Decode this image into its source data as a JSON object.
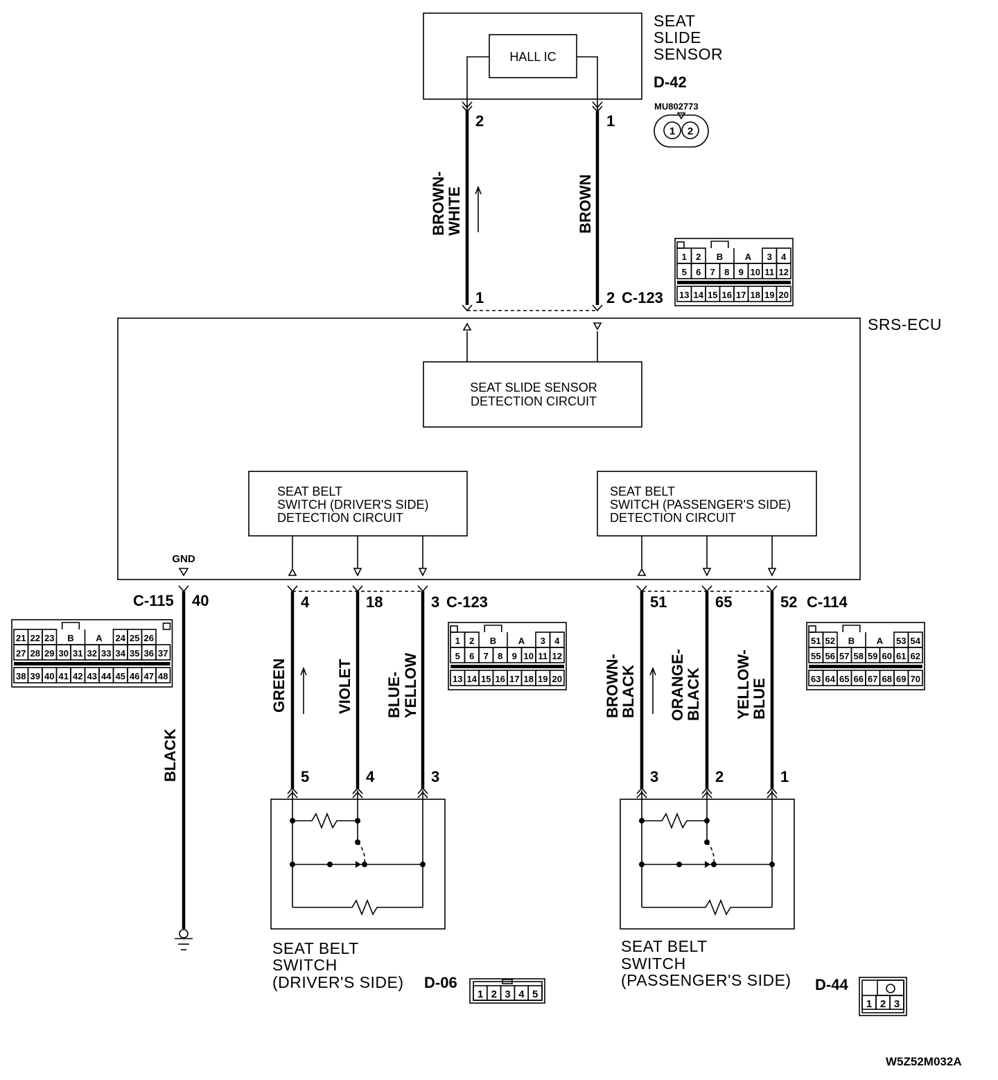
{
  "diagram_id": "W5Z52M032A",
  "sensor": {
    "title_lines": [
      "SEAT",
      "SLIDE",
      "SENSOR"
    ],
    "connector_id": "D-42",
    "part_number": "MU802773",
    "internal_component": "HALL IC",
    "pins": [
      "1",
      "2"
    ]
  },
  "ecu": {
    "title": "SRS-ECU",
    "slide_circuit_lines": [
      "SEAT SLIDE SENSOR",
      "DETECTION CIRCUIT"
    ],
    "driver_circuit_lines": [
      "SEAT BELT",
      "SWITCH (DRIVER'S SIDE)",
      "DETECTION CIRCUIT"
    ],
    "passenger_circuit_lines": [
      "SEAT BELT",
      "SWITCH (PASSENGER'S SIDE)",
      "DETECTION CIRCUIT"
    ],
    "gnd_label": "GND"
  },
  "top_wires": [
    {
      "color_lines": [
        "BROWN-",
        "WHITE"
      ],
      "sensor_pin": "2",
      "ecu_pin": "1"
    },
    {
      "color_lines": [
        "BROWN"
      ],
      "sensor_pin": "1",
      "ecu_pin": "2"
    }
  ],
  "top_connector": "C-123",
  "ground": {
    "connector": "C-115",
    "pin": "40",
    "color": "BLACK"
  },
  "driver_wires": {
    "connector": "C-123",
    "wires": [
      {
        "color_lines": [
          "GREEN"
        ],
        "ecu_pin": "4",
        "switch_pin": "5"
      },
      {
        "color_lines": [
          "VIOLET"
        ],
        "ecu_pin": "18",
        "switch_pin": "4"
      },
      {
        "color_lines": [
          "BLUE-",
          "YELLOW"
        ],
        "ecu_pin": "3",
        "switch_pin": "3"
      }
    ]
  },
  "passenger_wires": {
    "connector": "C-114",
    "wires": [
      {
        "color_lines": [
          "BROWN-",
          "BLACK"
        ],
        "ecu_pin": "51",
        "switch_pin": "3"
      },
      {
        "color_lines": [
          "ORANGE-",
          "BLACK"
        ],
        "ecu_pin": "65",
        "switch_pin": "2"
      },
      {
        "color_lines": [
          "YELLOW-",
          "BLUE"
        ],
        "ecu_pin": "52",
        "switch_pin": "1"
      }
    ]
  },
  "driver_switch": {
    "title_lines": [
      "SEAT BELT",
      "SWITCH",
      "(DRIVER'S SIDE)"
    ],
    "connector_id": "D-06",
    "pins": [
      "1",
      "2",
      "3",
      "4",
      "5"
    ]
  },
  "passenger_switch": {
    "title_lines": [
      "SEAT BELT",
      "SWITCH",
      "(PASSENGER'S SIDE)"
    ],
    "connector_id": "D-44",
    "pins": [
      "1",
      "2",
      "3"
    ],
    "key_symbol": "O"
  },
  "connector_faces": {
    "c123": {
      "row1": [
        "1",
        "2",
        "B",
        "A",
        "3",
        "4"
      ],
      "row2": [
        "5",
        "6",
        "7",
        "8",
        "9",
        "10",
        "11",
        "12"
      ],
      "row3": [
        "13",
        "14",
        "15",
        "16",
        "17",
        "18",
        "19",
        "20"
      ]
    },
    "c115": {
      "row1": [
        "21",
        "22",
        "23",
        "B",
        "A",
        "24",
        "25",
        "26"
      ],
      "row2": [
        "27",
        "28",
        "29",
        "30",
        "31",
        "32",
        "33",
        "34",
        "35",
        "36",
        "37"
      ],
      "row3": [
        "38",
        "39",
        "40",
        "41",
        "42",
        "43",
        "44",
        "45",
        "46",
        "47",
        "48"
      ]
    },
    "c114": {
      "row1": [
        "51",
        "52",
        "B",
        "A",
        "53",
        "54"
      ],
      "row2": [
        "55",
        "56",
        "57",
        "58",
        "59",
        "60",
        "61",
        "62"
      ],
      "row3": [
        "63",
        "64",
        "65",
        "66",
        "67",
        "68",
        "69",
        "70"
      ]
    }
  }
}
